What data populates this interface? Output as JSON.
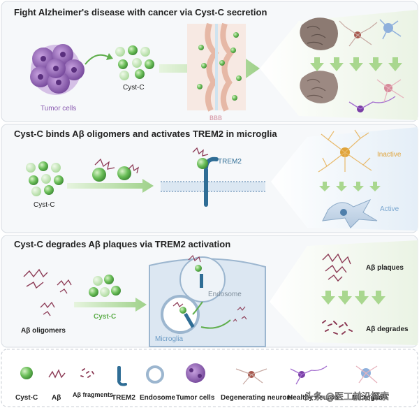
{
  "panel1": {
    "title": "Fight Alzheimer's disease with cancer via Cyst-C secretion",
    "tumor_label": "Tumor cells",
    "cystc_label": "Cyst-C",
    "bbb_label": "BBB"
  },
  "panel2": {
    "title": "Cyst-C binds  Aβ oligomers and activates TREM2 in  microglia",
    "cystc_label": "Cyst-C",
    "trem2_label": "TREM2",
    "inactive_label": "Inactive",
    "active_label": "Active"
  },
  "panel3": {
    "title": "Cyst-C degrades Aβ plaques via TREM2 activation",
    "oligomers_label": "Aβ oligomers",
    "cystc_label": "Cyst-C",
    "endosome_label": "Endosome",
    "microglia_label": "Microglia",
    "plaques_label": "Aβ plaques",
    "degrades_label": "Aβ degrades"
  },
  "legend": {
    "items": [
      "Cyst-C",
      "Aβ",
      "Aβ fragments",
      "TREM2",
      "Endosome",
      "Tumor cells",
      "Degenerating neuron",
      "Healthy neuron",
      "Microglia"
    ]
  },
  "watermark": "头条 @医工前沿探索",
  "colors": {
    "green": "#6cbf5a",
    "tumor": "#8a5bb0",
    "trem2": "#2f6d95",
    "amyloid": "#8c3a55",
    "inactive": "#e0a43a",
    "active": "#7aa7d0"
  }
}
